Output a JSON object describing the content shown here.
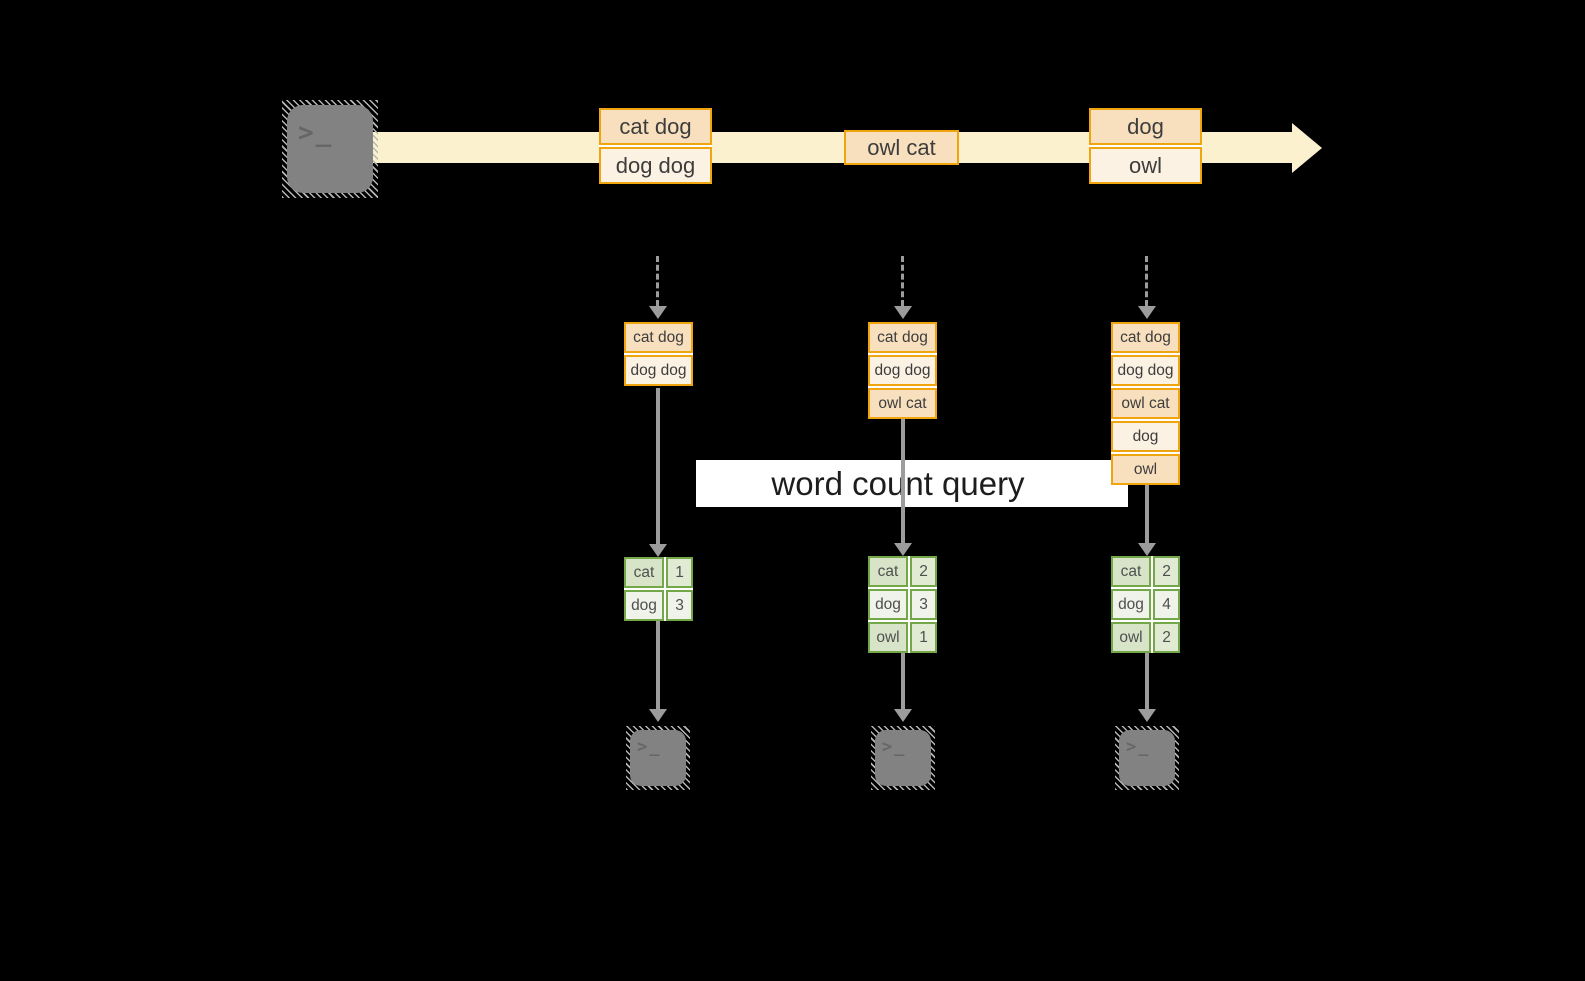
{
  "query_label": "word count query",
  "terminal_glyph": ">_",
  "stream": {
    "batches": [
      {
        "items": [
          "cat dog",
          "dog dog"
        ]
      },
      {
        "items": [
          "owl cat"
        ]
      },
      {
        "items": [
          "dog",
          "owl"
        ]
      }
    ]
  },
  "columns": [
    {
      "stack": [
        "cat dog",
        "dog dog"
      ],
      "counts": {
        "rows": [
          [
            "cat",
            "1"
          ],
          [
            "dog",
            "3"
          ]
        ]
      }
    },
    {
      "stack": [
        "cat dog",
        "dog dog",
        "owl cat"
      ],
      "counts": {
        "rows": [
          [
            "cat",
            "2"
          ],
          [
            "dog",
            "3"
          ],
          [
            "owl",
            "1"
          ]
        ]
      }
    },
    {
      "stack": [
        "cat dog",
        "dog dog",
        "owl cat",
        "dog",
        "owl"
      ],
      "counts": {
        "rows": [
          [
            "cat",
            "2"
          ],
          [
            "dog",
            "4"
          ],
          [
            "owl",
            "2"
          ]
        ]
      }
    }
  ],
  "colors": {
    "background": "#000000",
    "stream_arrow": "#FBF1CE",
    "batch_border": "#F0A50E",
    "batch_fill_dark": "#F8E0BE",
    "batch_fill_light": "#FCF2E3",
    "table_border": "#74A748",
    "table_fill_dark": "#D8E4C8",
    "table_fill_light": "#EFF3E9",
    "connector_gray": "#9C9C9C",
    "terminal_gray": "#828282",
    "band_background": "#FFFFFF"
  }
}
